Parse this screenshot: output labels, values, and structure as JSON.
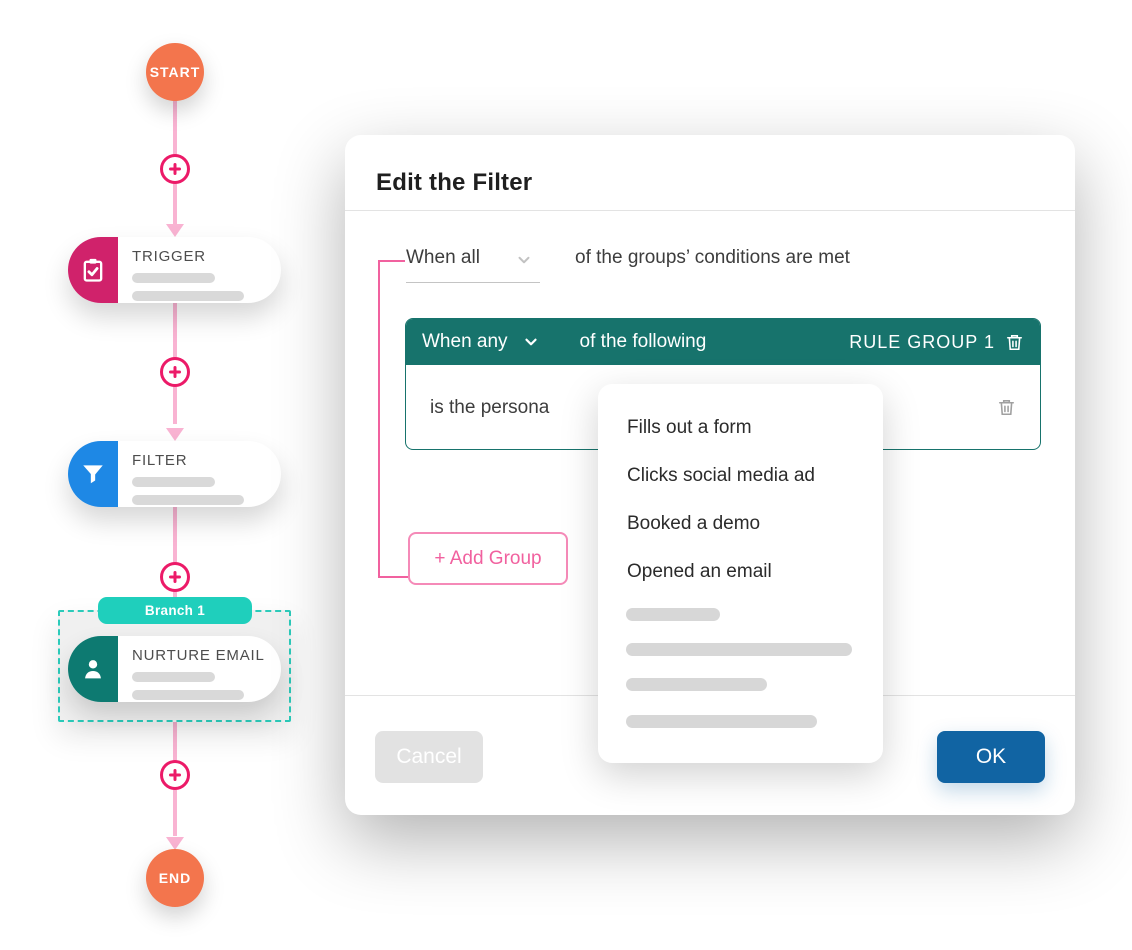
{
  "flow": {
    "start": {
      "label": "START"
    },
    "end": {
      "label": "END"
    },
    "branch": {
      "label": "Branch 1"
    },
    "nodes": [
      {
        "label": "TRIGGER",
        "icon": "clipboard-check-icon",
        "accent": "#D0226B"
      },
      {
        "label": "FILTER",
        "icon": "funnel-icon",
        "accent": "#1E88E5"
      },
      {
        "label": "NURTURE EMAIL",
        "icon": "person-icon",
        "accent": "#0D7A71",
        "selected": true
      }
    ]
  },
  "modal": {
    "title": "Edit the Filter",
    "condition": {
      "select_value": "When all",
      "suffix": "of the groups’ conditions are met"
    },
    "rule_group": {
      "select_value": "When any",
      "suffix": "of the following",
      "name": "RULE GROUP 1",
      "rule_text": "is the persona"
    },
    "add_group_label": "+ Add Group",
    "dropdown": {
      "items": [
        "Fills out a form",
        "Clicks social media ad",
        "Booked a demo",
        "Opened an email"
      ]
    },
    "footer": {
      "cancel_label": "Cancel",
      "ok_label": "OK"
    }
  },
  "icons": {
    "plus": "plus-circle-icon",
    "trash": "trash-icon",
    "chevron": "chevron-down-icon",
    "trigger": "clipboard-check-icon",
    "filter": "funnel-icon",
    "nurture": "person-icon"
  },
  "colors": {
    "start_end_orange": "#F3754D",
    "trigger_magenta": "#D0226B",
    "filter_blue": "#1E88E5",
    "nurture_teal": "#0D7A71",
    "branch_teal": "#1FCFBC",
    "rule_group_teal": "#17736C",
    "connector_pink": "#F9B3D2",
    "accent_pink": "#EC1A68",
    "add_group_pink": "#F1619F",
    "ok_blue": "#1164A3",
    "cancel_gray": "#E2E2E2",
    "skeleton_gray": "#D7D7D7"
  }
}
